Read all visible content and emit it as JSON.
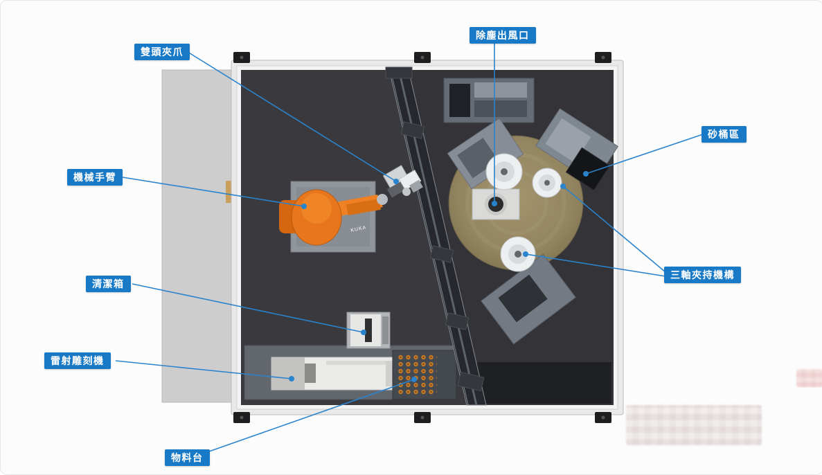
{
  "annotations": {
    "labels": [
      {
        "id": "double-head-gripper",
        "text": "雙頭夾爪"
      },
      {
        "id": "dust-outlet",
        "text": "除塵出風口"
      },
      {
        "id": "sand-bucket-area",
        "text": "砂桶區"
      },
      {
        "id": "robot-arm",
        "text": "機械手臂"
      },
      {
        "id": "cleaning-box",
        "text": "清潔箱"
      },
      {
        "id": "laser-engraver",
        "text": "雷射雕刻機"
      },
      {
        "id": "material-table",
        "text": "物料台"
      },
      {
        "id": "three-axis-clamp",
        "text": "三軸夾持機構"
      }
    ]
  },
  "machine": {
    "robot_brand": "KUKA"
  },
  "colors": {
    "label_bg": "#1879c6",
    "leader_line": "#2a83cd",
    "robot_orange": "#e8761c",
    "disc_tan": "#93855f",
    "interior_dark": "#3a3a3e",
    "frame_light": "#e9e9e9"
  }
}
